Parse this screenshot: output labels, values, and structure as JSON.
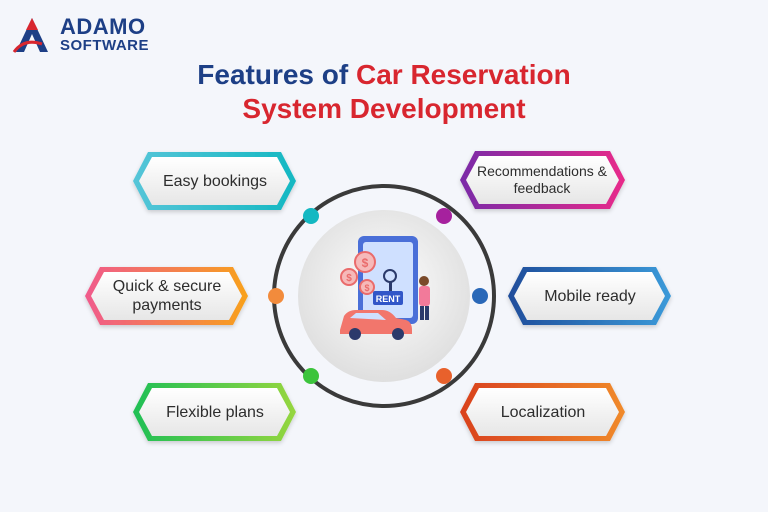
{
  "brand": {
    "line1": "ADAMO",
    "line2": "SOFTWARE"
  },
  "title": {
    "part1": "Features of ",
    "part2": "Car Reservation",
    "line2": "System Development"
  },
  "center": {
    "sign_text": "RENT"
  },
  "features": [
    {
      "label": "Easy bookings",
      "color": "#14b8c2"
    },
    {
      "label": "Quick & secure payments",
      "color": "#f8a11b"
    },
    {
      "label": "Flexible plans",
      "color": "#3cc43c"
    },
    {
      "label": "Recommendations & feedback",
      "color": "#a6219e"
    },
    {
      "label": "Mobile ready",
      "color": "#2a68b8"
    },
    {
      "label": "Localization",
      "color": "#e8612c"
    }
  ],
  "colors": {
    "brand_blue": "#1d3f86",
    "accent_red": "#d8262f",
    "easy_gradient": [
      "#55c5d8",
      "#14b8c2"
    ],
    "payments_gradient": [
      "#f05a8c",
      "#f8a11b"
    ],
    "flexible_gradient": [
      "#1fbf55",
      "#96d63f"
    ],
    "recommend_gradient": [
      "#7a2aa8",
      "#e8298a"
    ],
    "mobile_gradient": [
      "#1f4d9b",
      "#3b9ad9"
    ],
    "local_gradient": [
      "#d9411e",
      "#f08a2a"
    ]
  }
}
